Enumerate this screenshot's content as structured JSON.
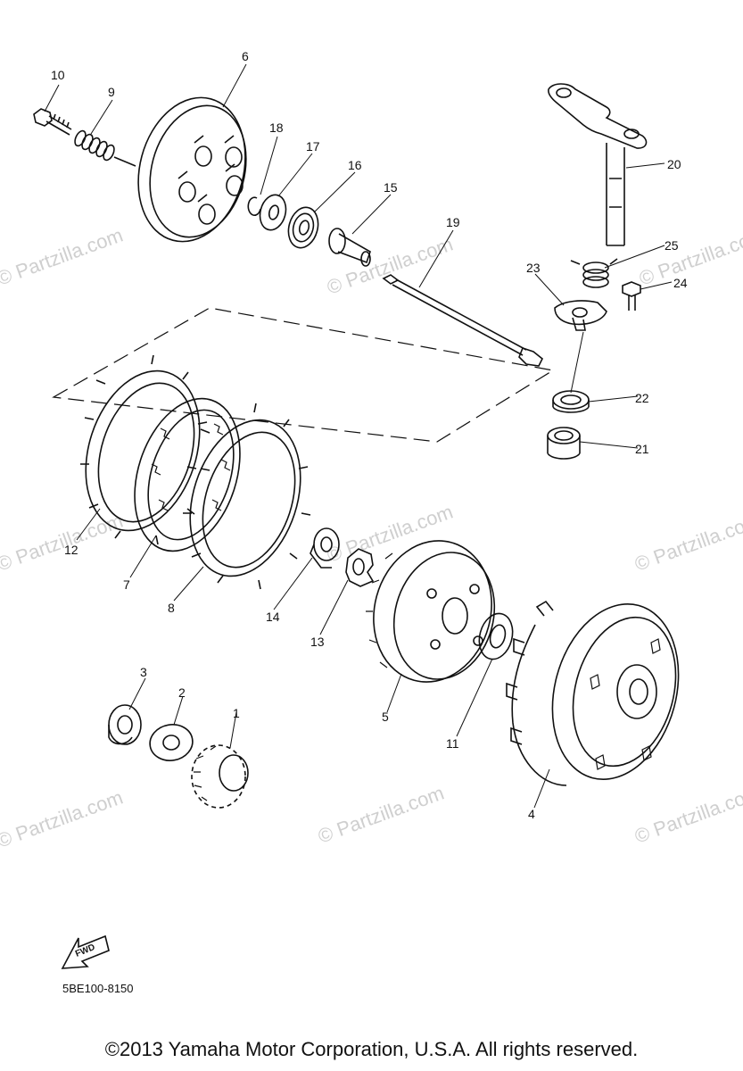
{
  "callouts": [
    "1",
    "2",
    "3",
    "4",
    "5",
    "6",
    "7",
    "8",
    "9",
    "10",
    "11",
    "12",
    "13",
    "14",
    "15",
    "16",
    "17",
    "18",
    "19",
    "20",
    "21",
    "22",
    "23",
    "24",
    "25"
  ],
  "watermark": "© Partzilla.com",
  "fwd_label": "FWD",
  "diagram_code": "5BE100-8150",
  "copyright": "©2013 Yamaha Motor Corporation, U.S.A. All rights reserved."
}
